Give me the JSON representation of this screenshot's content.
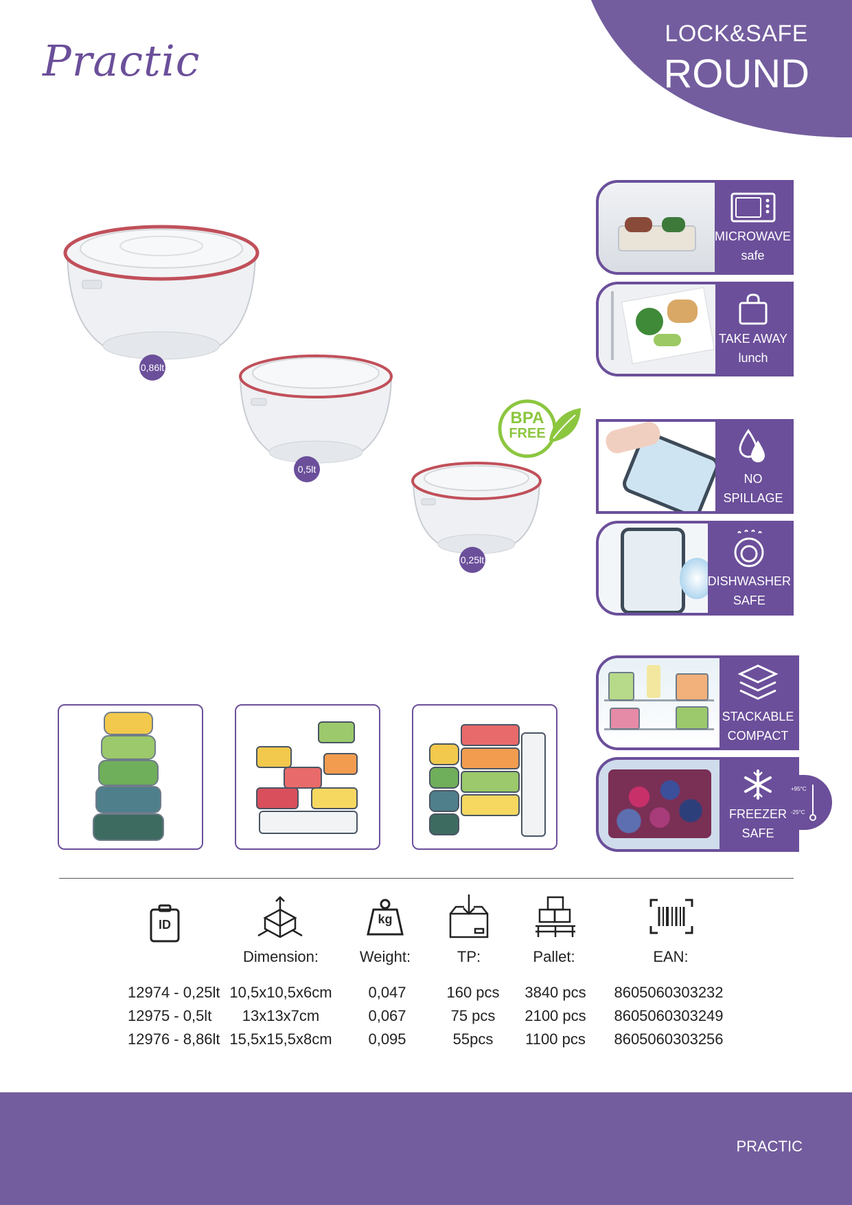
{
  "header": {
    "logo": "Practic",
    "product_line": "LOCK&SAFE",
    "product_name": "ROUND"
  },
  "bowls": [
    {
      "size_label": "0,86lt"
    },
    {
      "size_label": "0,5lt"
    },
    {
      "size_label": "0,25lt"
    }
  ],
  "bpa_badge": {
    "line1": "BPA",
    "line2": "FREE"
  },
  "features": [
    {
      "line1": "MICROWAVE",
      "line2": "safe",
      "icon": "microwave-icon"
    },
    {
      "line1": "TAKE AWAY",
      "line2": "lunch",
      "icon": "bag-icon"
    },
    {
      "line1": "NO SPILLAGE",
      "line2": "",
      "icon": "drops-icon"
    },
    {
      "line1": "DISHWASHER",
      "line2": "SAFE",
      "icon": "dishwasher-icon"
    },
    {
      "line1": "STACKABLE",
      "line2": "COMPACT",
      "icon": "stack-icon"
    },
    {
      "line1": "FREEZER",
      "line2": "SAFE",
      "icon": "snowflake-icon"
    }
  ],
  "thermometer": {
    "max": "+95°C",
    "min": "-25°C"
  },
  "specs": {
    "icons": [
      "id-icon",
      "dimension-icon",
      "weight-icon",
      "box-icon",
      "pallet-icon",
      "barcode-icon"
    ],
    "weight_icon_label": "kg",
    "id_icon_label": "ID",
    "headers": {
      "dimension": "Dimension:",
      "weight": "Weight:",
      "tp": "TP:",
      "pallet": "Pallet:",
      "ean": "EAN:"
    },
    "rows": [
      {
        "id": "12974 - 0,25lt",
        "dimension": "10,5x10,5x6cm",
        "weight": "0,047",
        "tp": "160 pcs",
        "pallet": "3840 pcs",
        "ean": "8605060303232"
      },
      {
        "id": "12975 - 0,5lt",
        "dimension": "13x13x7cm",
        "weight": "0,067",
        "tp": "75 pcs",
        "pallet": "2100 pcs",
        "ean": "8605060303249"
      },
      {
        "id": "12976 - 8,86lt",
        "dimension": "15,5x15,5x8cm",
        "weight": "0,095",
        "tp": "55pcs",
        "pallet": "1100 pcs",
        "ean": "8605060303256"
      }
    ]
  },
  "footer": {
    "brand": "PRACTIC"
  },
  "colors": {
    "brand_purple": "#6b4f9a",
    "footer_purple": "#735d9e",
    "bpa_green": "#8cc63f",
    "lid_red": "#c0505a"
  }
}
